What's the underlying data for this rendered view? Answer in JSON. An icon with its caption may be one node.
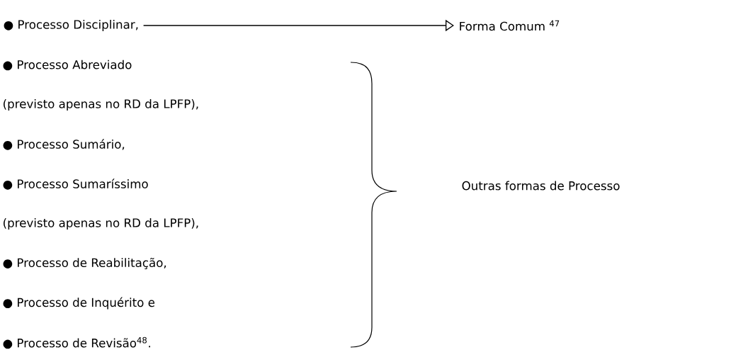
{
  "diagram": {
    "nodes": [
      {
        "text": [
          "● Processo Disciplinar,"
        ]
      },
      {
        "text": [
          "Forma Comum $^{47}$"
        ]
      }
    ],
    "edges": [
      {
        "from": 0,
        "to": 1,
        "arrow": "to"
      }
    ],
    "labels": [
      "● Processo Abreviado",
      "(previsto apenas no RD da LPFP),",
      "● Processo Sumário,",
      "● Processo Sumaríssimo",
      "(previsto apenas no RD da LPFP),",
      "● Processo de Reabilitação,",
      "● Processo de Inquérito e",
      "● Processo de Revisão$^{48}$.",
      "Outras formas de Processo"
    ]
  }
}
